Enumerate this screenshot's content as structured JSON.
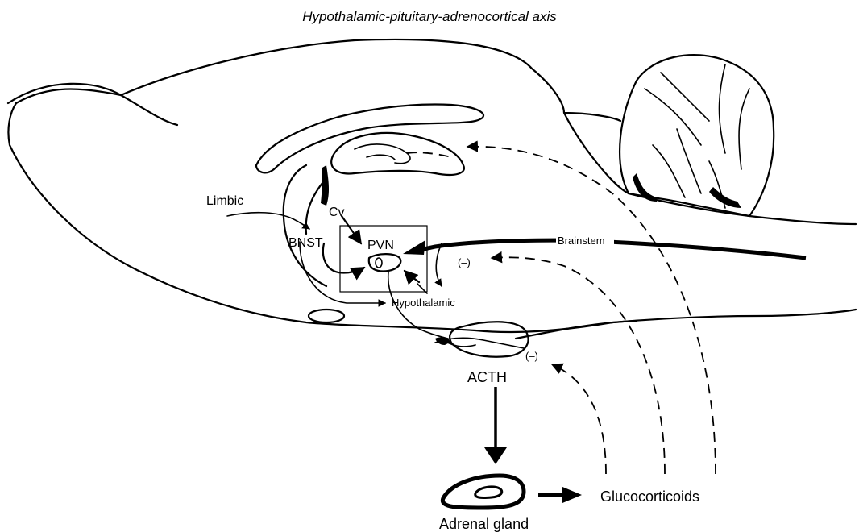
{
  "title": "Hypothalamic-pituitary-adrenocortical axis",
  "labels": {
    "limbic": "Limbic",
    "cv": "Cv",
    "bnst": "BNST",
    "pvn": "PVN",
    "brainstem": "Brainstem",
    "hypothalamic": "Hypothalamic",
    "neg_feedback_upper": "(–)",
    "neg_feedback_lower": "(–)",
    "acth": "ACTH",
    "adrenal_gland": "Adrenal gland",
    "glucocorticoids": "Glucocorticoids"
  }
}
